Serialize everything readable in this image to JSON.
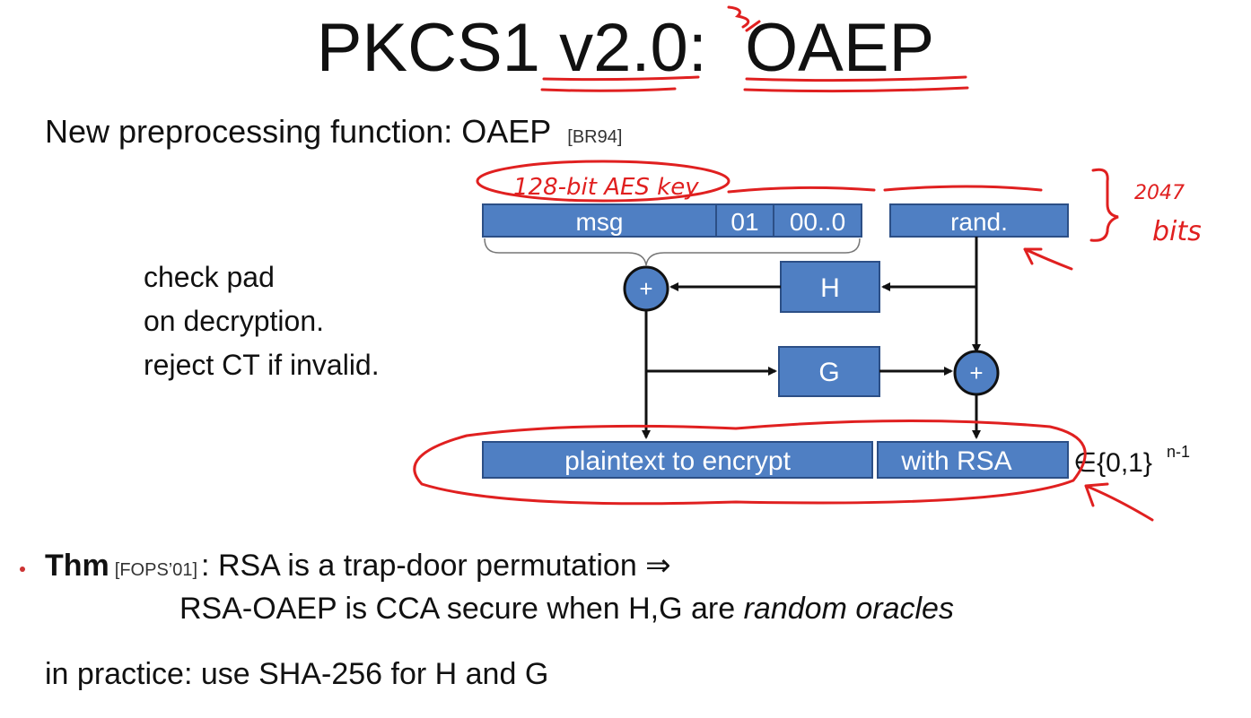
{
  "slide": {
    "title_prefix": "PKCS1 ",
    "title_version": "v2.0:",
    "title_name": "OAEP",
    "subtitle": "New preprocessing function:  OAEP",
    "subtitle_ref": "[BR94]",
    "side_notes": [
      "check pad",
      "on decryption.",
      "reject CT if invalid."
    ],
    "thm_label": "Thm",
    "thm_ref": "[FOPS’01]",
    "thm_line1": ": RSA is a trap-door permutation  ⇒",
    "thm_line2_plain": "RSA-OAEP is CCA secure when  H,G  are ",
    "thm_line2_italic": "random oracles",
    "practice": "in practice:  use SHA-256 for H and G"
  },
  "diagram": {
    "msg": "msg",
    "pad01": "01",
    "pad00": "00..0",
    "rand": "rand.",
    "h_box": "H",
    "g_box": "G",
    "xor_symbol": "+",
    "out_left": "plaintext to encrypt",
    "out_right": "with RSA",
    "membership_prefix": "∈{0,1}",
    "membership_exp": "n-1"
  },
  "annotations": {
    "aes_note": "128-bit AES key",
    "bits_number": "2047",
    "bits_word": "bits"
  },
  "colors": {
    "box_fill": "#4f7fc3",
    "box_stroke": "#2c4f86",
    "ink_red": "#e02020",
    "arrow": "#111111"
  }
}
